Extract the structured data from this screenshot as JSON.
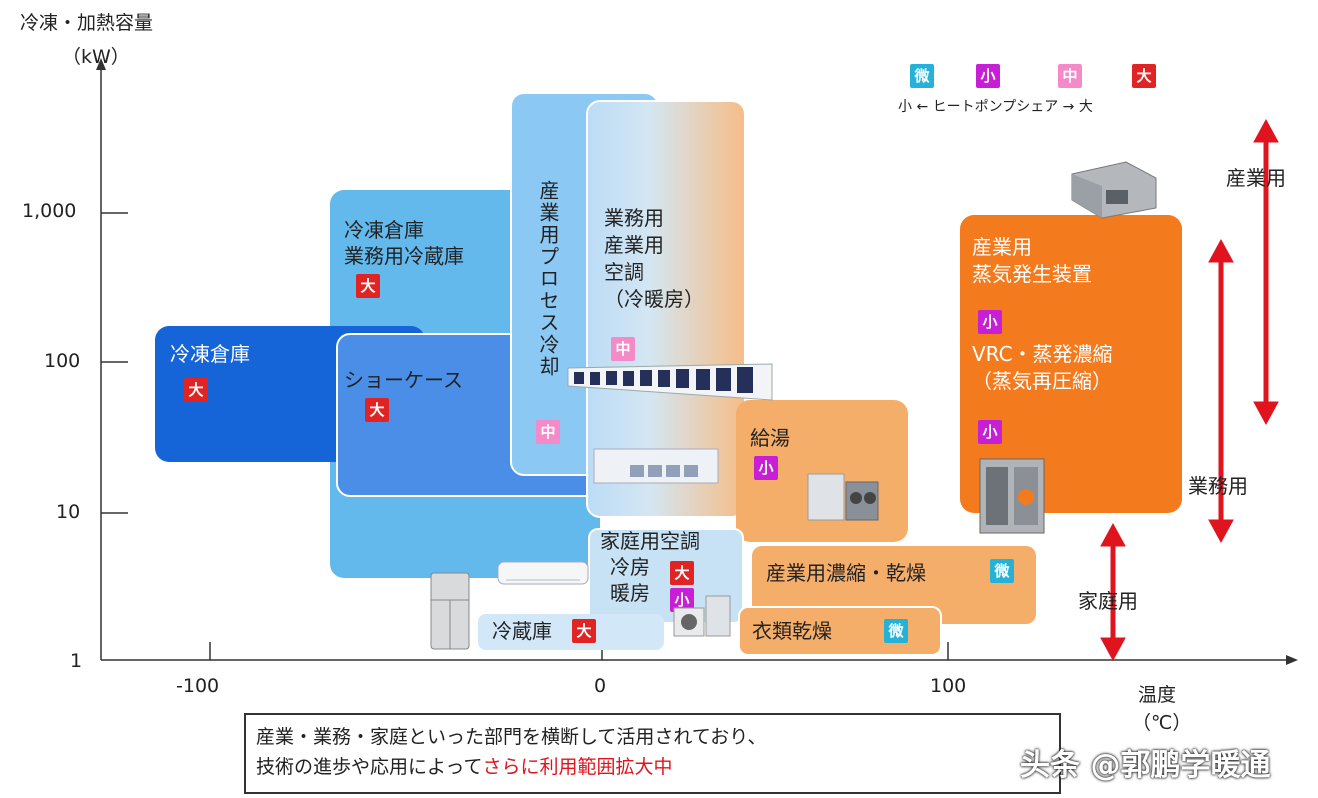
{
  "axes": {
    "y_title": "冷凍・加熱容量",
    "y_unit": "（kW）",
    "y_ticks": [
      "1,000",
      "100",
      "10",
      "1"
    ],
    "x_ticks": [
      "-100",
      "0",
      "100"
    ],
    "x_title": "温度",
    "x_unit": "（℃）"
  },
  "legend": {
    "badges": [
      "微",
      "小",
      "中",
      "大"
    ],
    "caption": "小 ← ヒートポンプシェア → 大"
  },
  "regions": {
    "reitou_souko_top": {
      "line1": "冷凍倉庫",
      "line2": "業務用冷蔵庫",
      "badge": "大"
    },
    "reitou_souko_left": {
      "label": "冷凍倉庫",
      "badge": "大"
    },
    "showcase": {
      "label": "ショーケース",
      "badge": "大"
    },
    "process": {
      "label": "産業用プロセス冷却",
      "badge": "中"
    },
    "aircon": {
      "line1": "業務用",
      "line2": "産業用",
      "line3": "空調",
      "line4": "（冷暖房）",
      "badge": "中"
    },
    "kyuto": {
      "label": "給湯",
      "badge": "小"
    },
    "steam": {
      "line1": "産業用",
      "line2": "蒸気発生装置",
      "badge1": "小",
      "line3": "VRC・蒸発濃縮",
      "line4": "（蒸気再圧縮）",
      "badge2": "小"
    },
    "home_ac": {
      "line1": "家庭用空調",
      "line2": "冷房",
      "badge1": "大",
      "line3": "暖房",
      "badge2": "小"
    },
    "drying": {
      "label": "産業用濃縮・乾燥",
      "badge": "微"
    },
    "clothes": {
      "label": "衣類乾燥",
      "badge": "微"
    },
    "fridge": {
      "label": "冷蔵庫",
      "badge": "大"
    }
  },
  "scale_labels": {
    "industrial": "産業用",
    "commercial": "業務用",
    "household": "家庭用"
  },
  "footnote": {
    "line1": "産業・業務・家庭といった部門を横断して活用されており、",
    "line2_black": "技術の進歩や応用によって",
    "line2_red": "さらに利用範囲拡大中"
  },
  "watermark": "头条 @郭鹏学暖通",
  "colors": {
    "dark_blue": "#1565d8",
    "mid_blue": "#4a8ee8",
    "light_blue": "#60b8ec",
    "pale_blue": "#8cc8f4",
    "orange": "#f47a1e",
    "light_orange": "#f5ae6a",
    "red_arrow": "#e0141e"
  }
}
